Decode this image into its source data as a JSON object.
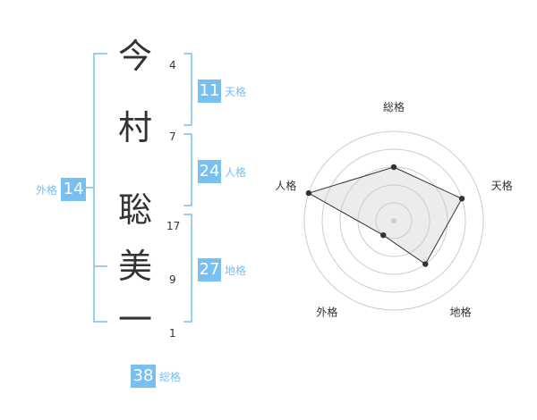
{
  "name": [
    {
      "char": "今",
      "strokes": "4"
    },
    {
      "char": "村",
      "strokes": "7"
    },
    {
      "char": "聡",
      "strokes": "17"
    },
    {
      "char": "美",
      "strokes": "9"
    },
    {
      "char": "一",
      "strokes": "1"
    }
  ],
  "grids": {
    "tenkaku": {
      "label": "天格",
      "value": "11"
    },
    "jinkaku": {
      "label": "人格",
      "value": "24"
    },
    "chikaku": {
      "label": "地格",
      "value": "27"
    },
    "gaikaku": {
      "label": "外格",
      "value": "14"
    },
    "soukaku": {
      "label": "総格",
      "value": "38"
    }
  },
  "radar": {
    "axes": [
      "総格",
      "天格",
      "地格",
      "外格",
      "人格"
    ],
    "levels": 5,
    "values": [
      3,
      4,
      3,
      1,
      5
    ],
    "max": 5
  },
  "colors": {
    "accent": "#78c0f0",
    "text": "#333333",
    "grid": "#cccccc"
  }
}
